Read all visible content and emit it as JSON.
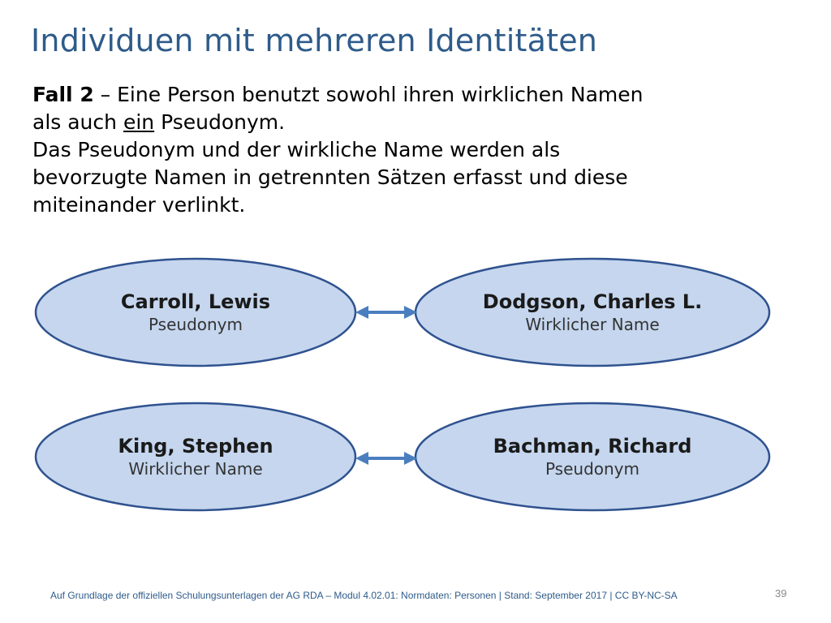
{
  "title": "Individuen mit mehreren Identitäten",
  "body": {
    "lead_bold": "Fall 2",
    "lead_rest": " – Eine Person benutzt sowohl ihren wirklichen Namen",
    "line2_pre": "als auch ",
    "line2_underlined": "ein",
    "line2_post": " Pseudonym.",
    "line3": "Das Pseudonym und der wirkliche Name werden als",
    "line4": "bevorzugte Namen in getrennten Sätzen erfasst und diese",
    "line5": "miteinander verlinkt."
  },
  "pairs": [
    {
      "left": {
        "name": "Carroll, Lewis",
        "role": "Pseudonym"
      },
      "right": {
        "name": "Dodgson, Charles L.",
        "role": "Wirklicher Name"
      }
    },
    {
      "left": {
        "name": "King, Stephen",
        "role": "Wirklicher Name"
      },
      "right": {
        "name": "Bachman, Richard",
        "role": "Pseudonym"
      }
    }
  ],
  "colors": {
    "ellipse_fill": "#c5d6ee",
    "ellipse_stroke": "#2f528f",
    "arrow": "#4a7ebf",
    "title": "#2e5b8a"
  },
  "footer": "Auf Grundlage der offiziellen Schulungsunterlagen der AG RDA – Modul 4.02.01: Normdaten: Personen | Stand: September 2017 | CC BY-NC-SA",
  "page_number": "39"
}
